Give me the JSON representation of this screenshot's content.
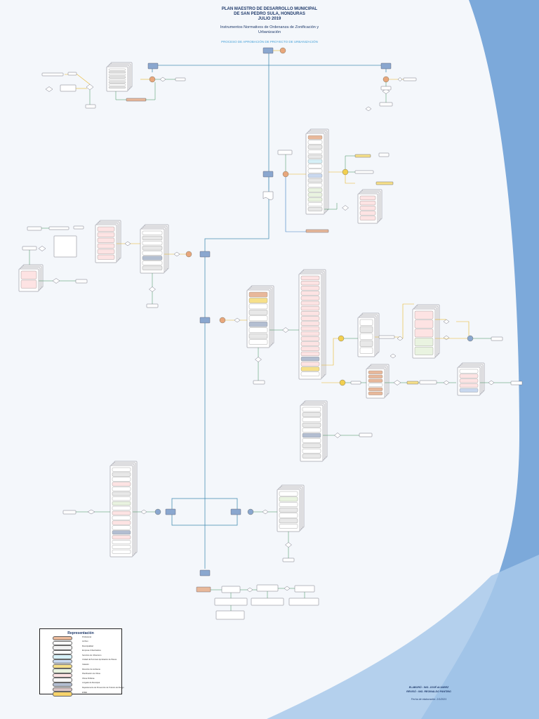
{
  "header": {
    "title_lines": [
      "PLAN MAESTRO DE DESARROLLO MUNICIPAL",
      "DE SAN PEDRO SULA, HONDURAS",
      "JULIO 2019"
    ],
    "subtitle_lines": [
      "Instrumentos Normativos de Ordenanza de Zonificación y",
      "Urbanización"
    ],
    "process_title": "PROCESO DE APROBACIÓN DE PROYECTO DE URBANIZACIÓN"
  },
  "legend": {
    "title": "Representación",
    "items": [
      {
        "label": "Profesional",
        "color": "#e8b89a"
      },
      {
        "label": "Archivo",
        "color": "#ffffff"
      },
      {
        "label": "Municipalidad",
        "color": "#f2f2f2"
      },
      {
        "label": "Empresa Urbanizadora",
        "color": "#ffffff"
      },
      {
        "label": "Servicios de Urbanismo",
        "color": "#d6f0f7"
      },
      {
        "label": "Unidad de Permisos Aprobación de Planos",
        "color": "#c9d8ef"
      },
      {
        "label": "Catastro",
        "color": "#f6e08a"
      },
      {
        "label": "Dirección de Ambiente",
        "color": "#e9f3e0"
      },
      {
        "label": "Planificación de Obras",
        "color": "#fde3e3"
      },
      {
        "label": "Obras Públicas",
        "color": "#f7f7f7"
      },
      {
        "label": "Juzgado de Municipal",
        "color": "#b3bed1"
      },
      {
        "label": "Departamento de Prevención de Tránsito de Riesgo",
        "color": "#d9c4c4"
      },
      {
        "label": "ENEE",
        "color": "#f6d36b"
      }
    ]
  },
  "credits": {
    "elaboro": "ELABORÓ : ING. JOSÉ ALVAREZ",
    "reviso": "REVISÓ : ING. REGINALDO PANTING",
    "fecha": "Fecha de elaboración: 2/1/2021"
  },
  "colors": {
    "trunk": "#4a8fb5",
    "flow_yellow": "#e8b62a",
    "flow_green": "#3f8f5a",
    "flow_blue": "#3b7fc0",
    "box_blue": "#8aa7cf",
    "circle_orange": "#e8a77c",
    "circle_yellow": "#f2cf4f",
    "wave_dark": "#6fa0d6",
    "wave_light": "#a8c9ea"
  }
}
